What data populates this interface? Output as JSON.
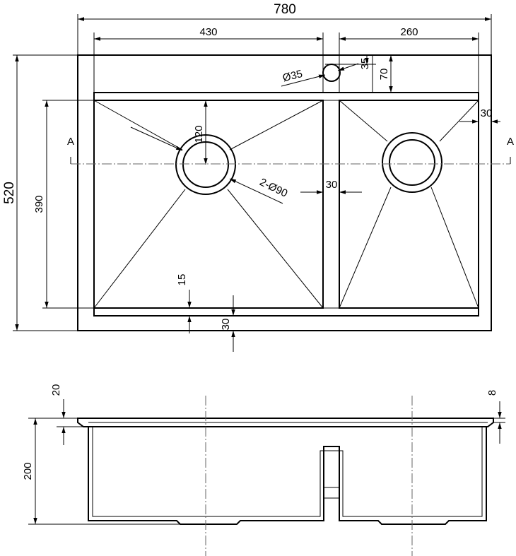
{
  "top_view": {
    "overall_width": "780",
    "left_bowl_width": "430",
    "right_bowl_width": "260",
    "tap_hole_diameter": "Ø35",
    "tap_hole_offset": "35",
    "tap_hole_to_bowl": "70",
    "right_margin": "30",
    "overall_depth": "520",
    "bowl_depth": "390",
    "drain_offset": "120",
    "drain_diameter": "2-Ø90",
    "divider_width": "30",
    "bottom_lip": "15",
    "bottom_margin": "30",
    "section_mark_left": "A",
    "section_mark_right": "A"
  },
  "side_view": {
    "deck_thickness": "20",
    "lip_thickness": "8",
    "bowl_height": "200"
  }
}
